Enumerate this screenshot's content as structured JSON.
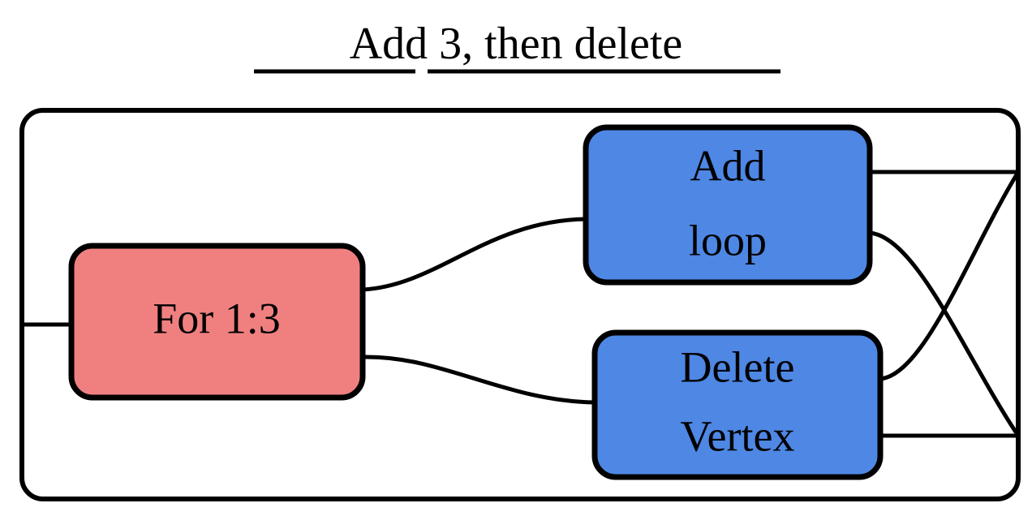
{
  "title": {
    "text": "Add 3, then delete",
    "underlined": true
  },
  "diagram": {
    "type": "block-diagram",
    "container": {
      "label": "loop-subsystem-container",
      "fill": "#FFFFFF",
      "stroke": "#000000"
    },
    "blocks": [
      {
        "id": "for-loop",
        "label": "For 1:3",
        "lines": [
          "For 1:3"
        ],
        "fill": "#F08080",
        "stroke": "#000000",
        "shape": "rounded-rect"
      },
      {
        "id": "add-loop",
        "label": "Add loop",
        "lines": [
          "Add",
          "loop"
        ],
        "fill": "#4E87E4",
        "stroke": "#000000",
        "shape": "rounded-rect"
      },
      {
        "id": "delete-vertex",
        "label": "Delete Vertex",
        "lines": [
          "Delete",
          "Vertex"
        ],
        "fill": "#4E87E4",
        "stroke": "#000000",
        "shape": "rounded-rect"
      }
    ],
    "connections": [
      {
        "id": "input-to-for",
        "from": "container-left",
        "to": "for-loop",
        "style": "straight"
      },
      {
        "id": "for-to-add",
        "from": "for-loop",
        "to": "add-loop",
        "style": "curve"
      },
      {
        "id": "for-to-delete",
        "from": "for-loop",
        "to": "delete-vertex",
        "style": "curve"
      },
      {
        "id": "add-top-out",
        "from": "add-loop",
        "to": "container-right-top",
        "style": "straight"
      },
      {
        "id": "add-cross-down",
        "from": "add-loop",
        "to": "container-right-bottom",
        "style": "crossing-curve"
      },
      {
        "id": "delete-cross-up",
        "from": "delete-vertex",
        "to": "container-right-top",
        "style": "crossing-curve"
      },
      {
        "id": "delete-bottom-out",
        "from": "delete-vertex",
        "to": "container-right-bottom",
        "style": "straight"
      }
    ]
  },
  "colors": {
    "pink_block": "#F08080",
    "blue_block": "#4E87E4",
    "line": "#000000",
    "background": "#FFFFFF"
  }
}
